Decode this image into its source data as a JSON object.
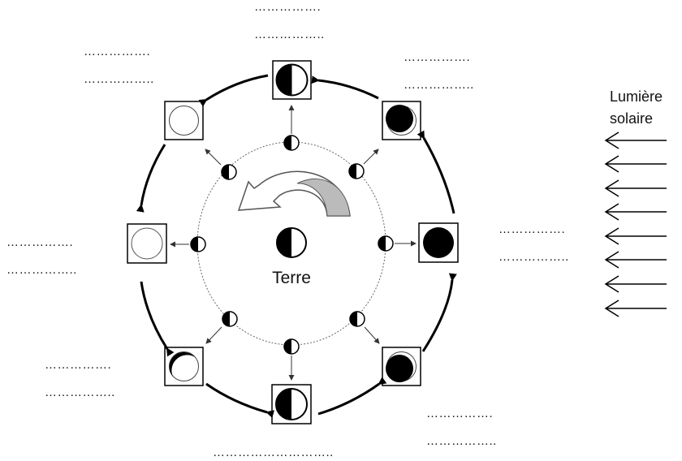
{
  "diagram": {
    "earth_label": "Terre",
    "sunlight_label_line1": "Lumière",
    "sunlight_label_line2": "solaire",
    "blanks": {
      "top": [
        "…………….",
        "…………….."
      ],
      "top_left": [
        "…………….",
        "…………….."
      ],
      "top_right": [
        "…………….",
        "…………….."
      ],
      "left": [
        "…………….",
        "…………….."
      ],
      "right": [
        "…………….",
        "…………….."
      ],
      "bottom_left": [
        "…………….",
        "…………….."
      ],
      "bottom_right": [
        "…………….",
        "…………….."
      ],
      "bottom": [
        "……………………….."
      ]
    },
    "phases": [
      {
        "id": "first-quarter",
        "position": "top"
      },
      {
        "id": "waxing-gibbous",
        "position": "top-left"
      },
      {
        "id": "full-moon",
        "position": "left"
      },
      {
        "id": "waning-gibbous",
        "position": "bottom-left"
      },
      {
        "id": "last-quarter",
        "position": "bottom"
      },
      {
        "id": "waning-crescent",
        "position": "bottom-right"
      },
      {
        "id": "new-moon",
        "position": "right"
      },
      {
        "id": "waxing-crescent",
        "position": "top-right"
      }
    ],
    "icons": [
      "earth-icon",
      "rotation-arrow-icon",
      "sunlight-arrow-icon",
      "moon-orbit-icon"
    ]
  }
}
